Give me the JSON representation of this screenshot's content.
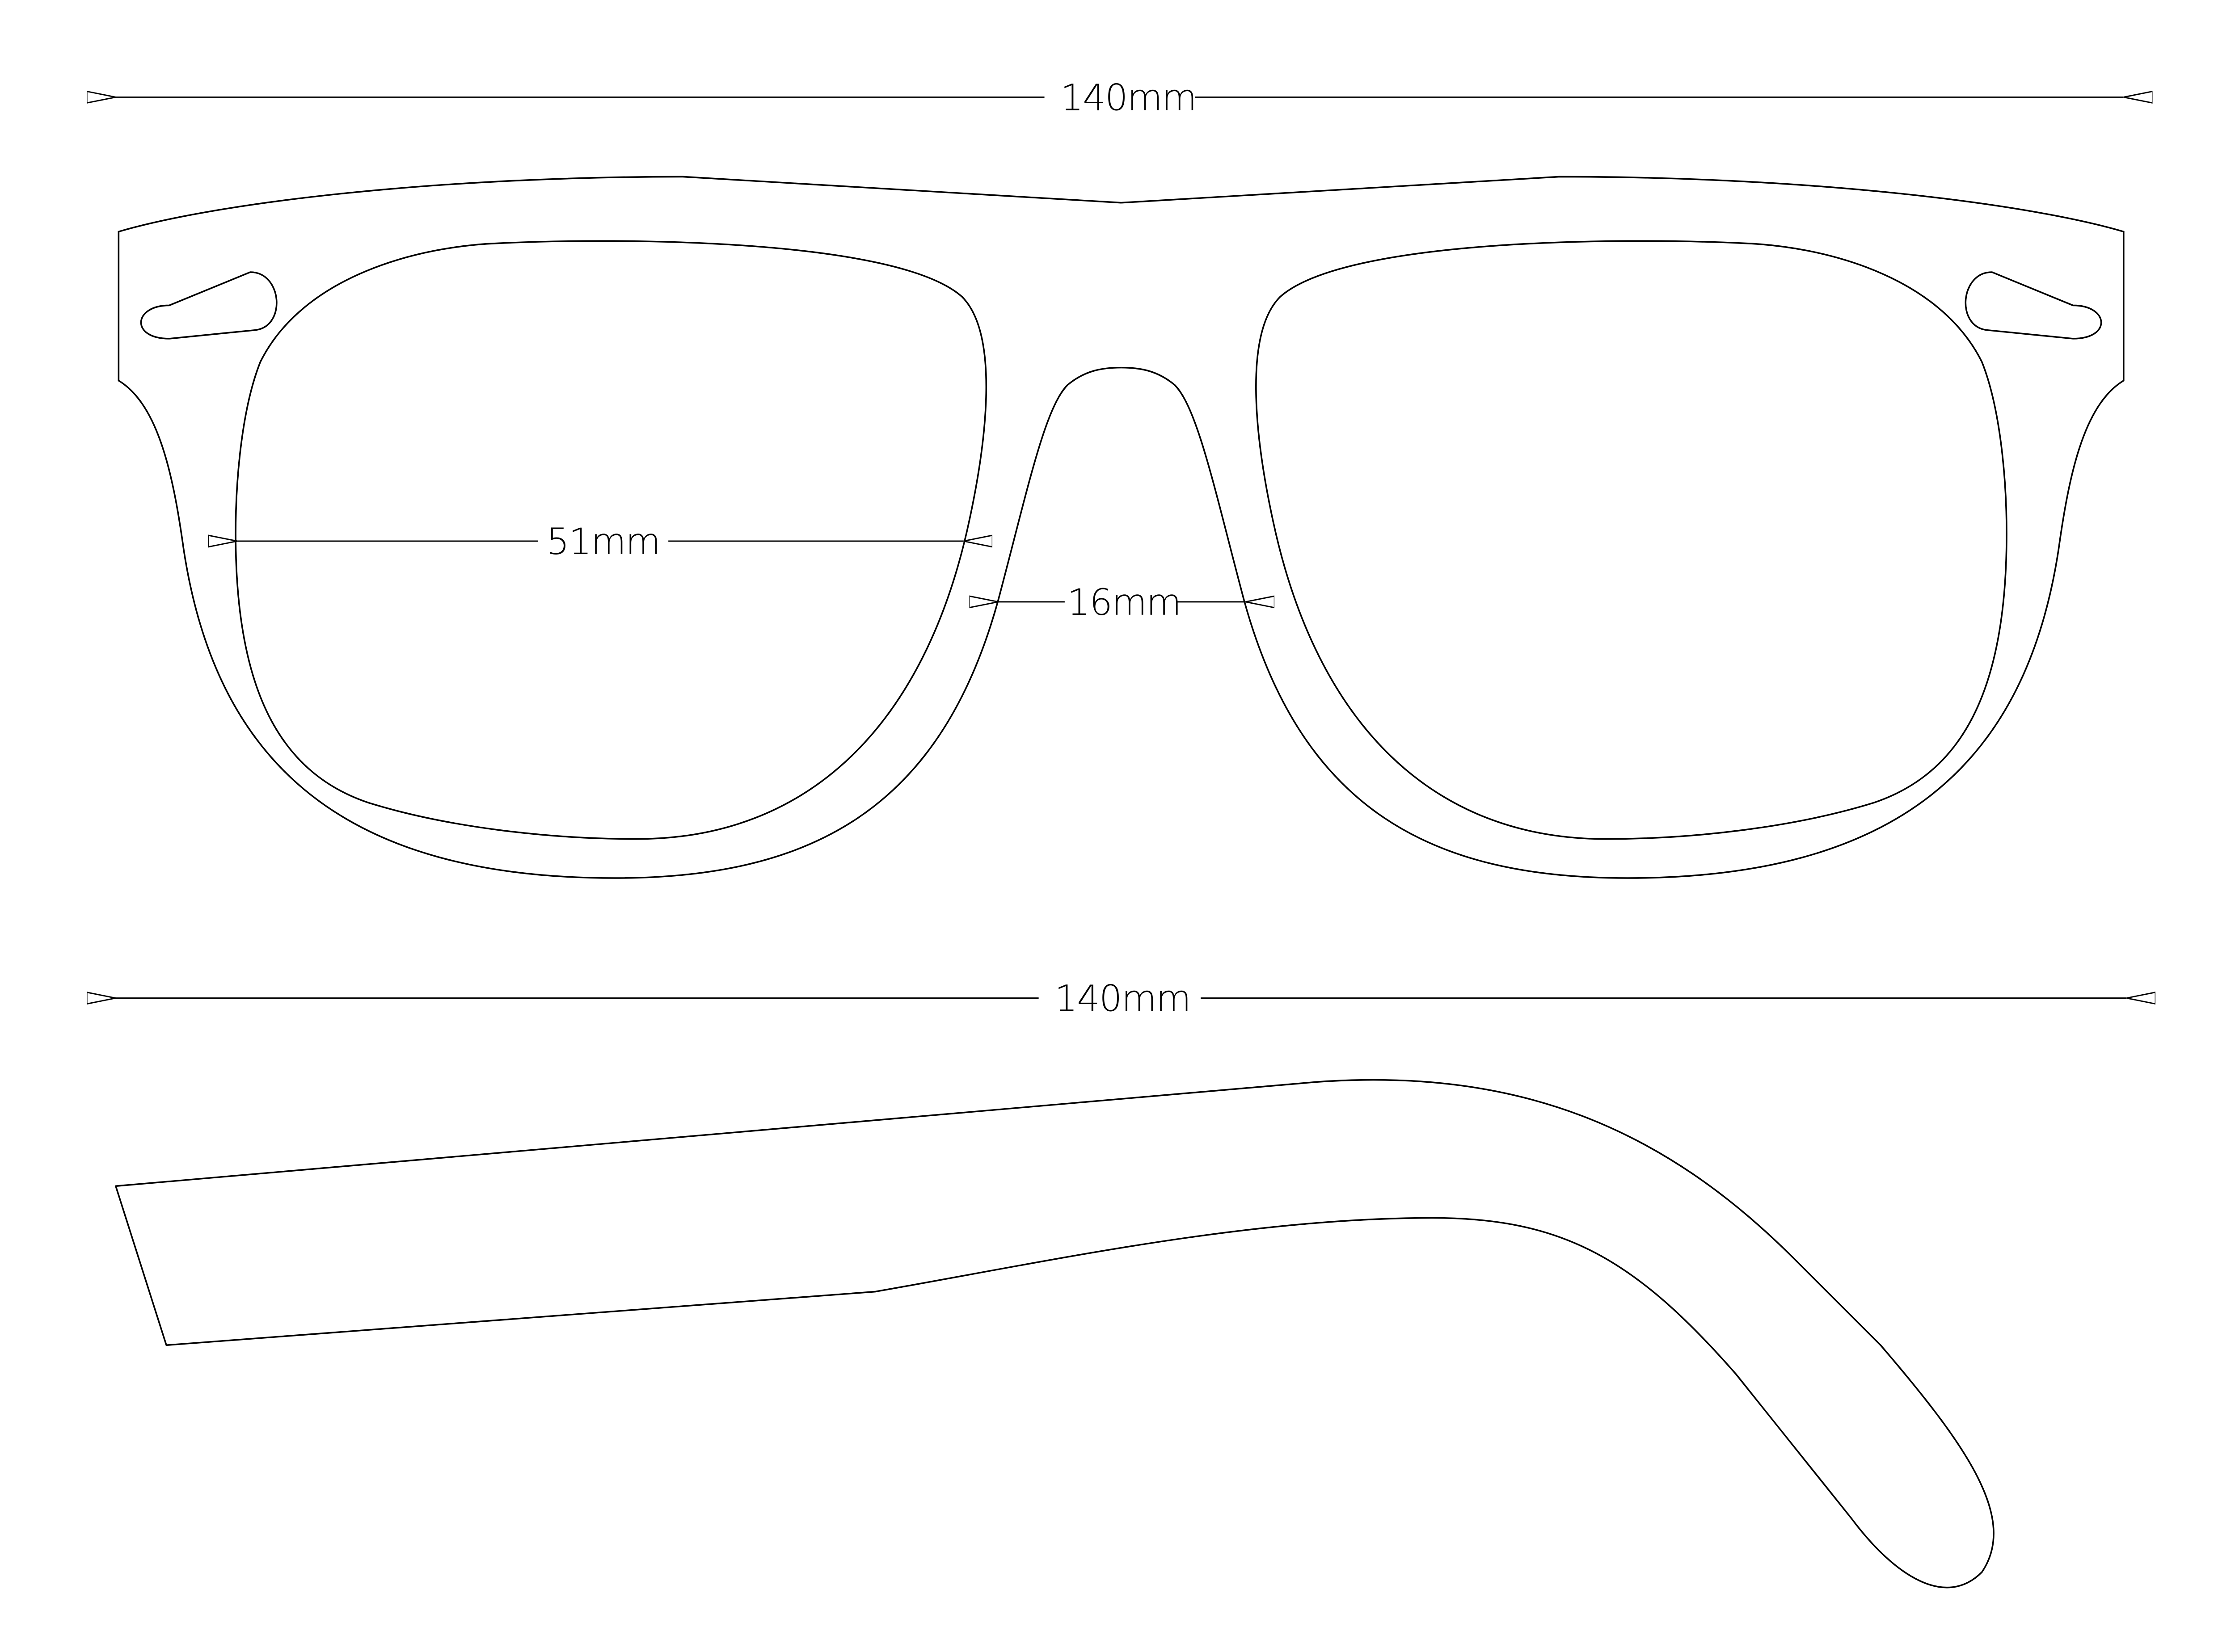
{
  "dimensions": {
    "frame_width": "140mm",
    "lens_width": "51mm",
    "bridge_width": "16mm",
    "temple_length": "140mm"
  },
  "colors": {
    "line": "#000000",
    "background": "#ffffff"
  }
}
